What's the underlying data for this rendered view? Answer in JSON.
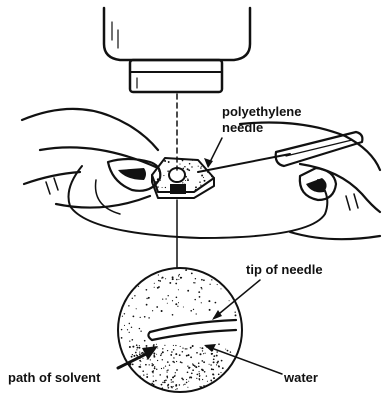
{
  "labels": {
    "needle_line1": "polyethylene",
    "needle_line2": "needle",
    "tip": "tip of needle",
    "solvent": "path of solvent",
    "water": "water"
  },
  "colors": {
    "ink": "#111111",
    "paper": "#ffffff"
  }
}
